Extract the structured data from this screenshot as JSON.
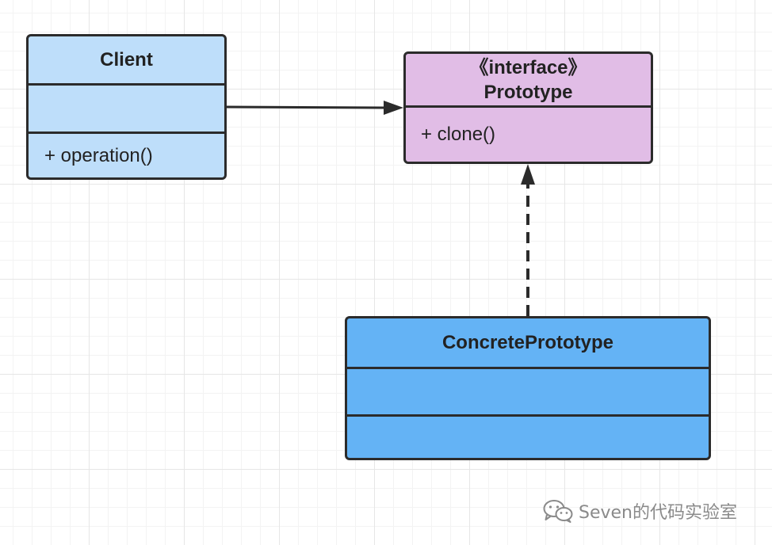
{
  "diagram": {
    "classes": {
      "client": {
        "name": "Client",
        "attributes": "",
        "operations": "+ operation()",
        "fill": "#bedefa"
      },
      "prototype": {
        "stereotype": "《interface》",
        "name": "Prototype",
        "operations": "+ clone()",
        "fill": "#e1bde6"
      },
      "concrete": {
        "name": "ConcretePrototype",
        "attributes": "",
        "operations": "",
        "fill": "#64b3f5"
      }
    },
    "relations": [
      {
        "from": "Client",
        "to": "Prototype",
        "type": "association",
        "line": "solid"
      },
      {
        "from": "ConcretePrototype",
        "to": "Prototype",
        "type": "realization",
        "line": "dashed"
      }
    ],
    "border_color": "#2b2b2b"
  },
  "watermark": {
    "icon": "wechat-icon",
    "text": "Seven的代码实验室",
    "color": "#8a8a8a"
  }
}
